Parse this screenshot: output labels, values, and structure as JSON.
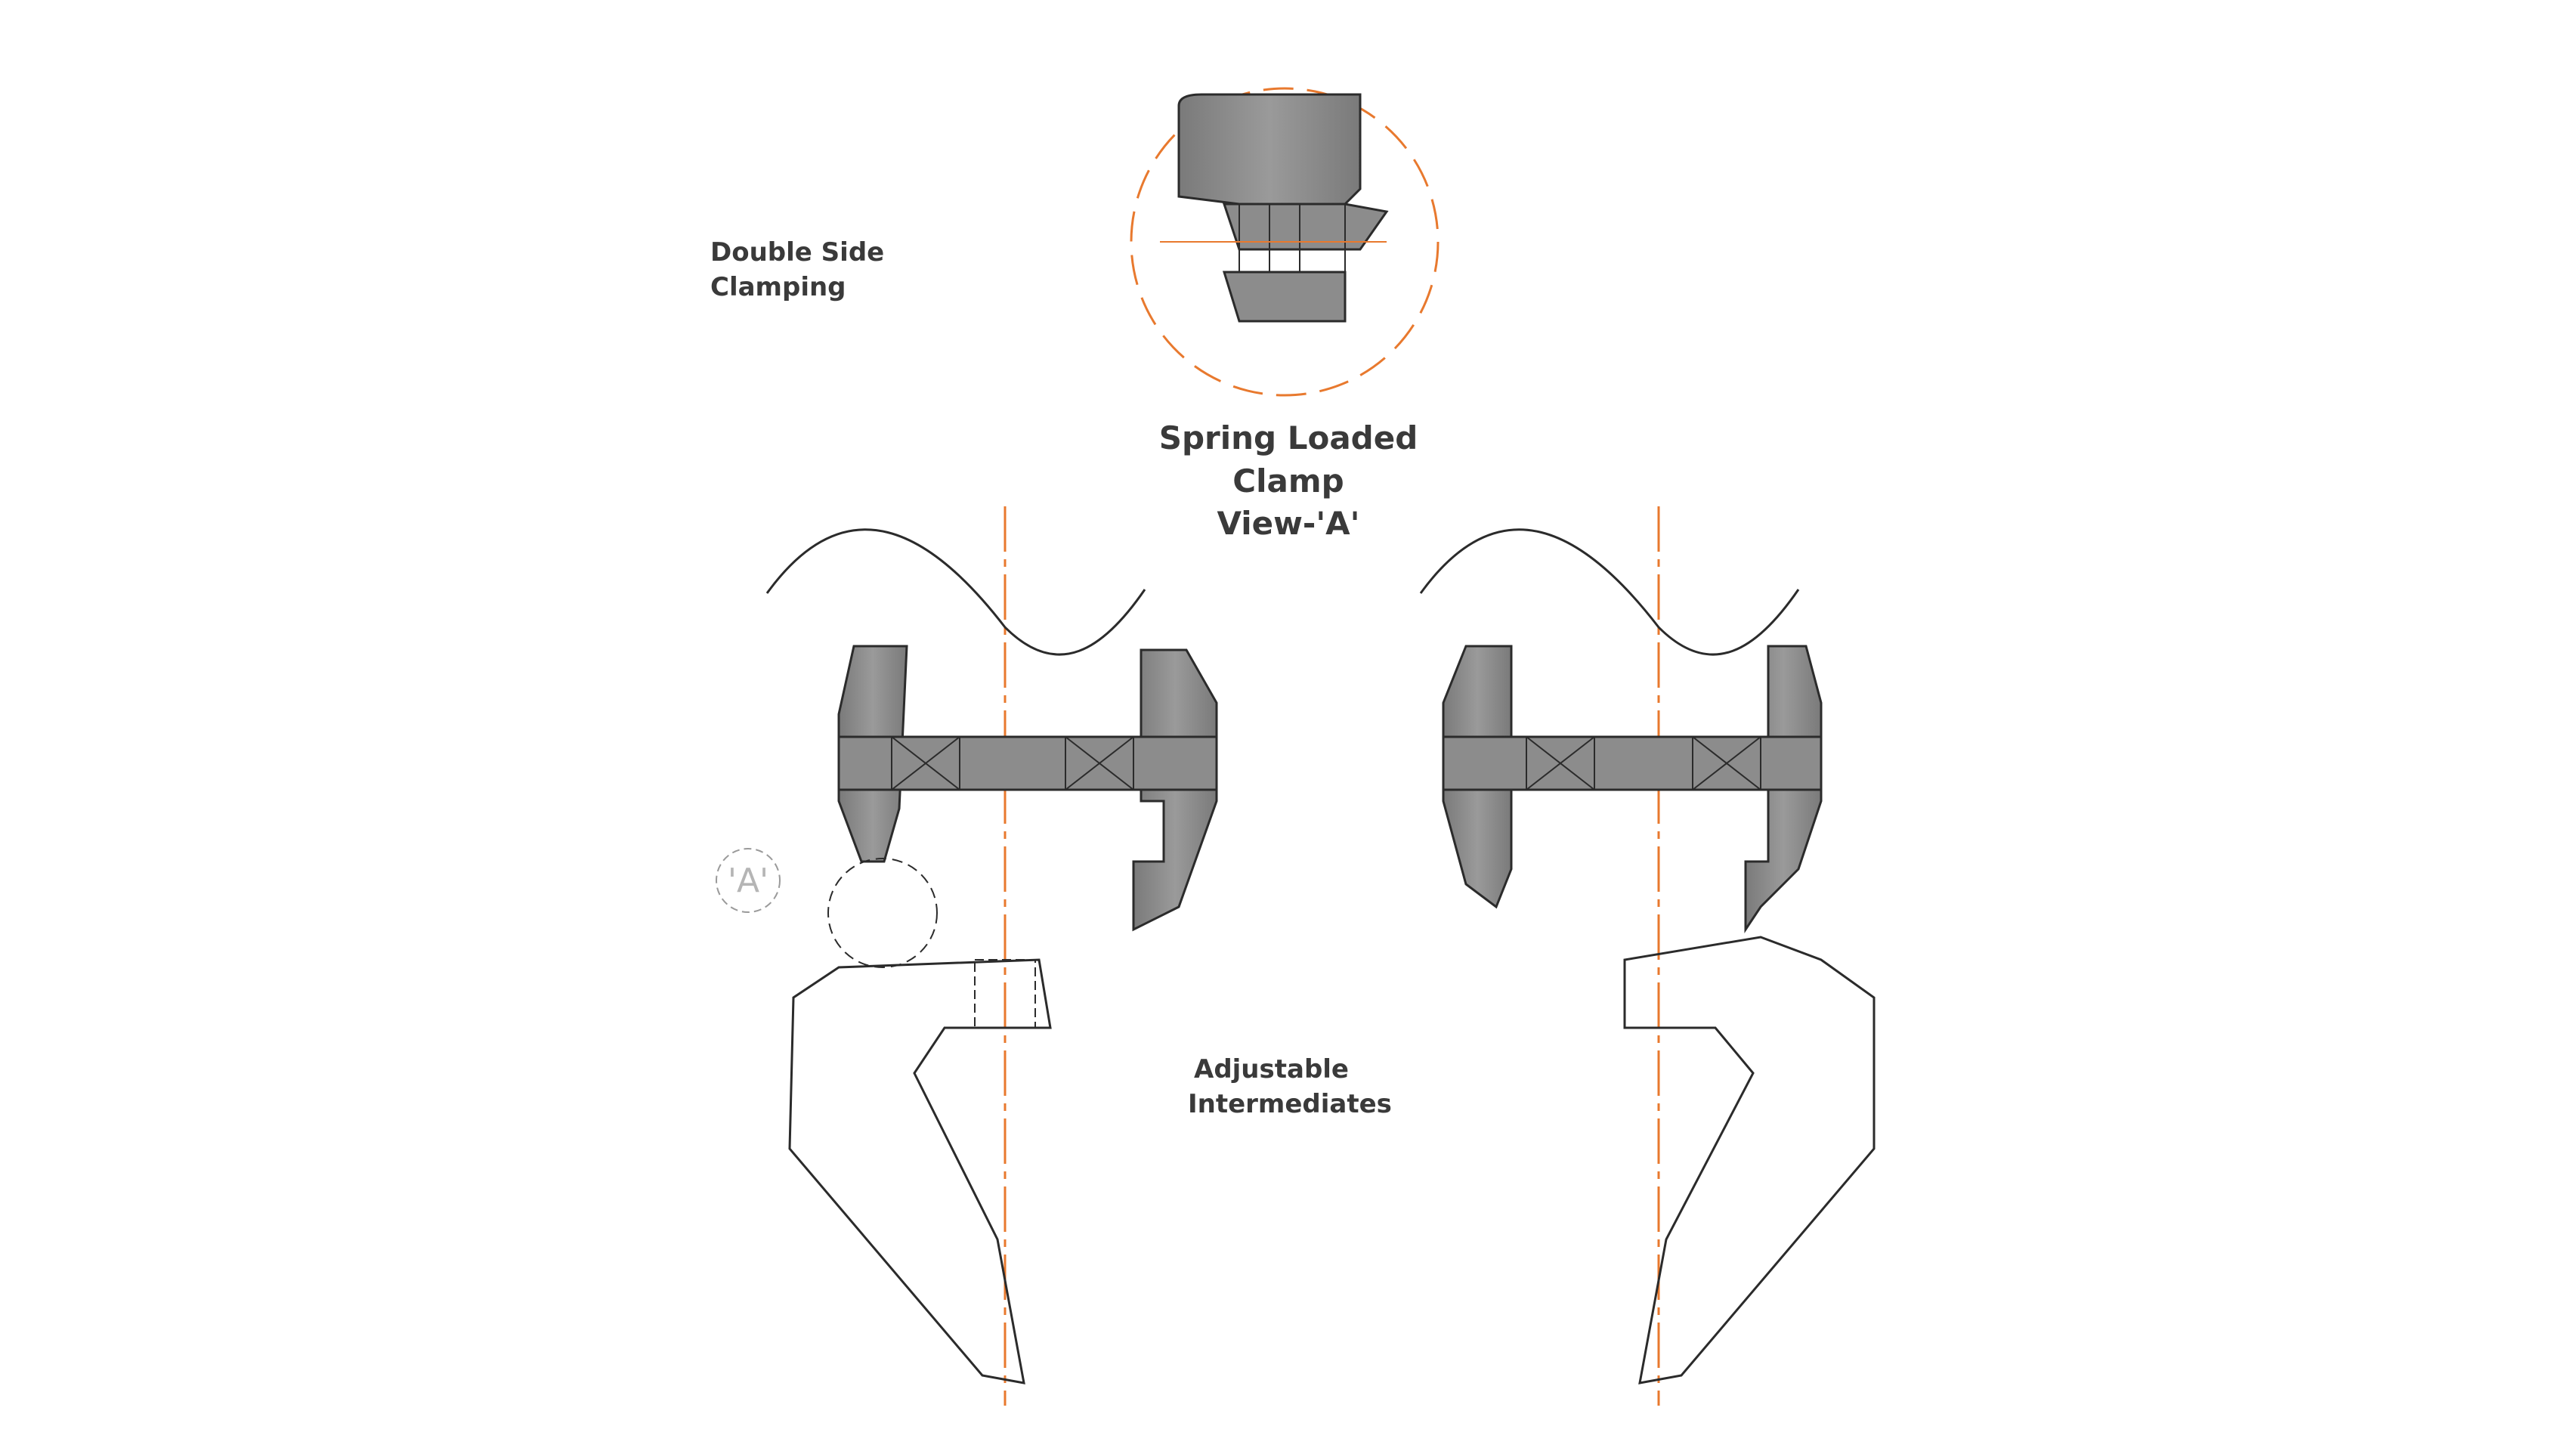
{
  "labels": {
    "double_side_line1": "Double Side",
    "double_side_line2": "Clamping",
    "spring_line1": "Spring Loaded Clamp",
    "spring_line2": "View-'A'",
    "adjust_line1": "Adjustable",
    "adjust_line2": "Intermediates",
    "callout_a": "'A'"
  },
  "colors": {
    "centerline": "#e8792e",
    "metal_fill": "#8c8c8c",
    "metal_dark": "#6e6e6e",
    "outline": "#2b2b2b",
    "text": "#3a3a3a"
  }
}
